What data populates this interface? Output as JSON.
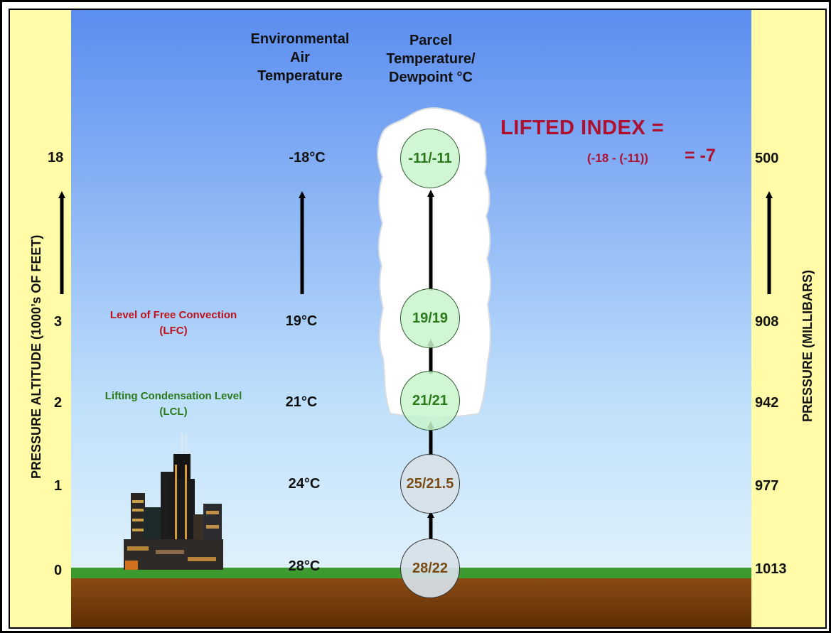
{
  "headers": {
    "environmental": [
      "Environmental",
      "Air",
      "Temperature"
    ],
    "parcel": [
      "Parcel",
      "Temperature/",
      "Dewpoint °C"
    ]
  },
  "left_axis": {
    "label": "PRESSURE ALTITUDE  (1000’s OF FEET)",
    "ticks": [
      "18",
      "3",
      "2",
      "1",
      "0"
    ]
  },
  "right_axis": {
    "label": "PRESSURE  (MILLIBARS)",
    "ticks": [
      "500",
      "908",
      "942",
      "977",
      "1013"
    ]
  },
  "environmental_temps": [
    "-18°C",
    "19°C",
    "21°C",
    "24°C",
    "28°C"
  ],
  "parcels": [
    "-11/-11",
    "19/19",
    "21/21",
    "25/21.5",
    "28/22"
  ],
  "levels": {
    "lfc": [
      "Level of Free Convection",
      "(LFC)"
    ],
    "lcl": [
      "Lifting Condensation Level",
      "(LCL)"
    ]
  },
  "lifted_index": {
    "title": "LIFTED INDEX =",
    "expression": "(-18 - (-11))",
    "result": "= -7"
  },
  "colors": {
    "panel": "#fffba6",
    "sky_top": "#5b8df0",
    "grass": "#3d9a2e",
    "soil": "#5a2c05",
    "lfc_label": "#c0101a",
    "lcl_label": "#2a7a1a",
    "lifted_index": "#b01030"
  },
  "icons": [
    "city-skyline-icon",
    "cloud-icon",
    "up-arrow-icon"
  ]
}
